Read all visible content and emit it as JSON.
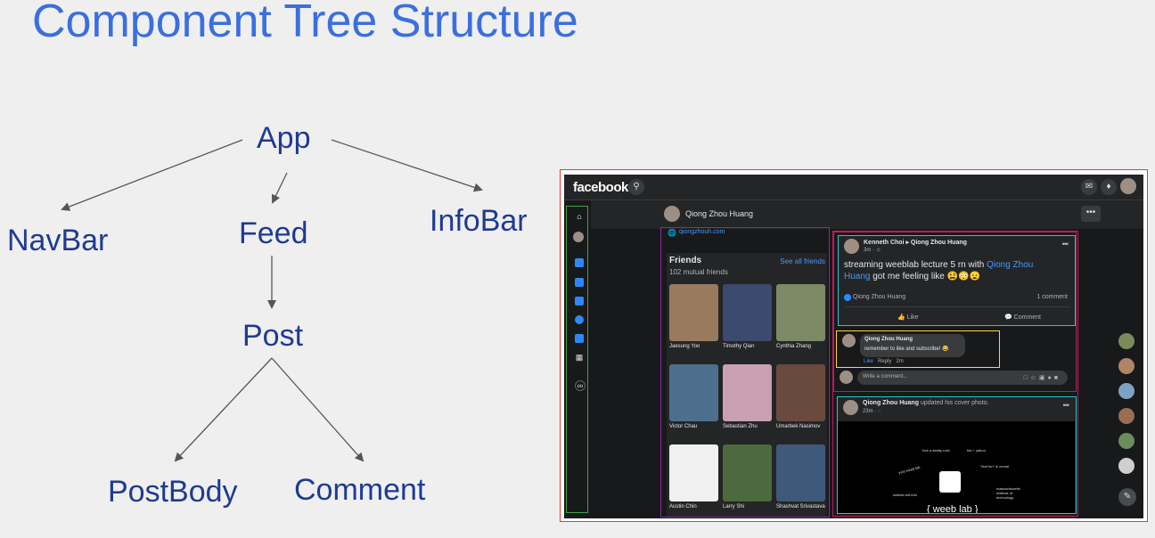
{
  "title": "Component Tree Structure",
  "tree": {
    "root": "App",
    "level1": [
      "NavBar",
      "Feed",
      "InfoBar"
    ],
    "feed_child": "Post",
    "post_children": [
      "PostBody",
      "Comment"
    ]
  },
  "facebook": {
    "logo": "facebook",
    "profile_name": "Qiong Zhou Huang",
    "more_btn": "•••",
    "infobar": {
      "link": "qiongzhouh.com",
      "friends_title": "Friends",
      "mutual": "102 mutual friends",
      "see_all": "See all friends",
      "friends": [
        {
          "name": "Jaesung Yoo",
          "color": "#9a7a5e"
        },
        {
          "name": "Timothy Qian",
          "color": "#3b4a6e"
        },
        {
          "name": "Cynthia Zhang",
          "color": "#7d8a66"
        },
        {
          "name": "Victor Chau",
          "color": "#4d6f8e"
        },
        {
          "name": "Sebastian Zhu",
          "color": "#c9a0b0"
        },
        {
          "name": "Umarbek Nasimov",
          "color": "#6a4a3e"
        },
        {
          "name": "Austin Chin",
          "color": "#f0f0f0"
        },
        {
          "name": "Larry Shi",
          "color": "#4c6a3e"
        },
        {
          "name": "Shashvat Srivastava",
          "color": "#3e5a7a"
        }
      ]
    },
    "post": {
      "author_line": "Kenneth Choi ▸ Qiong Zhou Huang",
      "meta": "3m · ☺",
      "text_a": "streaming weeblab lecture 5 rn with ",
      "text_link": "Qiong Zhou Huang",
      "text_b": " got me feeling like 😫😳😦",
      "reactor": "Qiong Zhou Huang",
      "comment_count": "1 comment",
      "like": "👍 Like",
      "comment_btn": "💬 Comment",
      "more": "•••"
    },
    "comment": {
      "name": "Qiong Zhou Huang",
      "text": "remember to like and subscribe! 😂",
      "like": "Like",
      "reply": "Reply",
      "time": "2m"
    },
    "write_placeholder": "Write a comment...",
    "post2": {
      "name": "Qiong Zhou Huang",
      "action": " updated his cover photo.",
      "meta": "23m · ◌",
      "more": "•••",
      "cover_words": [
        "fork a daddy rock",
        "bla + yahoo",
        "yeet weeb.lab",
        "\"feel fun\" in cereal",
        "weblab.mit.edu",
        "massachusetts institute of technology"
      ],
      "cover_title": "{ weeb lab }"
    }
  }
}
